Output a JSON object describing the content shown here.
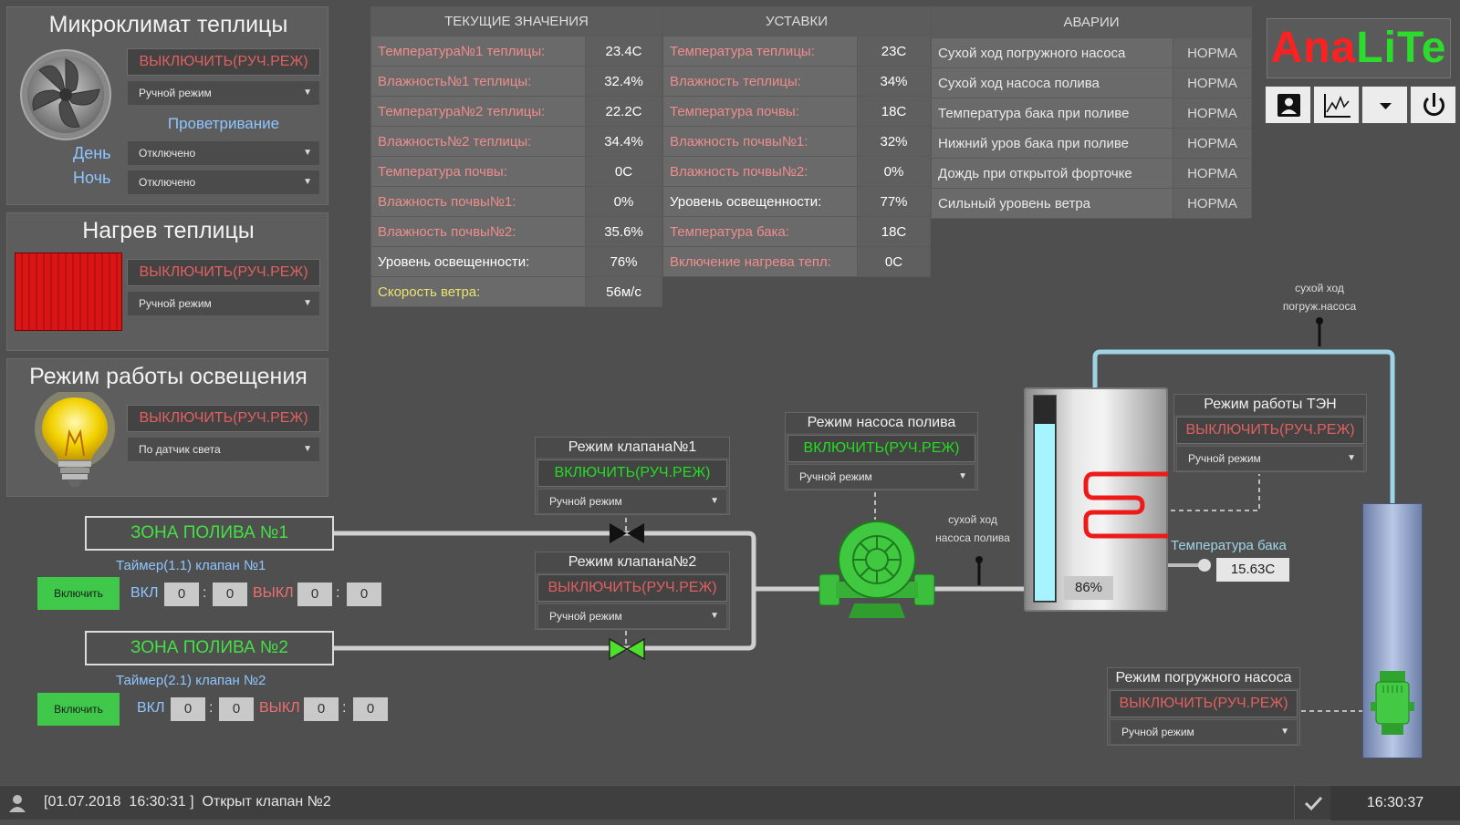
{
  "microclimate": {
    "title": "Микроклимат теплицы",
    "button": "ВЫКЛЮЧИТЬ(РУЧ.РЕЖ)",
    "mode": "Ручной режим",
    "ventilation_title": "Проветривание",
    "day_label": "День",
    "night_label": "Ночь",
    "day_value": "Отключено",
    "night_value": "Отключено"
  },
  "heating": {
    "title": "Нагрев теплицы",
    "button": "ВЫКЛЮЧИТЬ(РУЧ.РЕЖ)",
    "mode": "Ручной режим"
  },
  "lighting": {
    "title": "Режим работы освещения",
    "button": "ВЫКЛЮЧИТЬ(РУЧ.РЕЖ)",
    "mode": "По датчик света"
  },
  "current": {
    "header": "ТЕКУЩИЕ ЗНАЧЕНИЯ",
    "rows": [
      {
        "label": "Температура№1 теплицы:",
        "value": "23.4C"
      },
      {
        "label": "Влажность№1 теплицы:",
        "value": "32.4%"
      },
      {
        "label": "Температура№2 теплицы:",
        "value": "22.2C"
      },
      {
        "label": "Влажность№2 теплицы:",
        "value": "34.4%"
      },
      {
        "label": "Температура почвы:",
        "value": "0C"
      },
      {
        "label": "Влажность почвы№1:",
        "value": "0%"
      },
      {
        "label": "Влажность почвы№2:",
        "value": "35.6%"
      },
      {
        "label": "Уровень освещенности:",
        "value": "76%"
      },
      {
        "label": "Скорость ветра:",
        "value": "56м/с"
      }
    ]
  },
  "setpoints": {
    "header": "УСТАВКИ",
    "rows": [
      {
        "label": "Температура теплицы:",
        "value": "23C"
      },
      {
        "label": "Влажность теплицы:",
        "value": "34%"
      },
      {
        "label": "Температура почвы:",
        "value": "18C"
      },
      {
        "label": "Влажность почвы№1:",
        "value": "32%"
      },
      {
        "label": "Влажность почвы№2:",
        "value": "0%"
      },
      {
        "label": "Уровень освещенности:",
        "value": "77%"
      },
      {
        "label": "Температура бака:",
        "value": "18C"
      },
      {
        "label": "Включение нагрева тепл:",
        "value": "0C"
      }
    ]
  },
  "alarms": {
    "header": "АВАРИИ",
    "rows": [
      {
        "label": "Сухой ход погружного насоса",
        "value": "НОРМА"
      },
      {
        "label": "Сухой ход насоса полива",
        "value": "НОРМА"
      },
      {
        "label": "Температура бака при поливе",
        "value": "НОРМА"
      },
      {
        "label": "Нижний уров бака при поливе",
        "value": "НОРМА"
      },
      {
        "label": "Дождь при открытой форточке",
        "value": "НОРМА"
      },
      {
        "label": "Сильный уровень ветра",
        "value": "НОРМА"
      }
    ]
  },
  "logo": {
    "part1": "Ana",
    "part2": "LiTe"
  },
  "valve1": {
    "title": "Режим клапана№1",
    "button": "ВКЛЮЧИТЬ(РУЧ.РЕЖ)",
    "mode": "Ручной режим"
  },
  "valve2": {
    "title": "Режим клапана№2",
    "button": "ВЫКЛЮЧИТЬ(РУЧ.РЕЖ)",
    "mode": "Ручной режим"
  },
  "pump": {
    "title": "Режим насоса полива",
    "button": "ВКЛЮЧИТЬ(РУЧ.РЕЖ)",
    "mode": "Ручной режим",
    "dry_run": "сухой ход\nнасоса полива"
  },
  "heater": {
    "title": "Режим работы ТЭН",
    "button": "ВЫКЛЮЧИТЬ(РУЧ.РЕЖ)",
    "mode": "Ручной режим"
  },
  "tank": {
    "level": "86%",
    "level_fraction": 0.86,
    "temp_label": "Температура бака",
    "temp_value": "15.63C",
    "dry_run": "сухой ход\nпогруж.насоса"
  },
  "submersible": {
    "title": "Режим погружного насоса",
    "button": "ВЫКЛЮЧИТЬ(РУЧ.РЕЖ)",
    "mode": "Ручной режим"
  },
  "zone1": {
    "title": "ЗОНА ПОЛИВА №1",
    "timer": "Таймер(1.1) клапан №1",
    "btn": "Включить",
    "on": "ВКЛ",
    "off": "ВЫКЛ",
    "on_h": "0",
    "on_m": "0",
    "off_h": "0",
    "off_m": "0"
  },
  "zone2": {
    "title": "ЗОНА ПОЛИВА №2",
    "timer": "Таймер(2.1) клапан №2",
    "btn": "Включить",
    "on": "ВКЛ",
    "off": "ВЫКЛ",
    "on_h": "0",
    "on_m": "0",
    "off_h": "0",
    "off_m": "0"
  },
  "colon": ":",
  "statusbar": {
    "message": "[01.07.2018  16:30:31 ]  Открыт клапан №2",
    "time": "16:30:37"
  }
}
